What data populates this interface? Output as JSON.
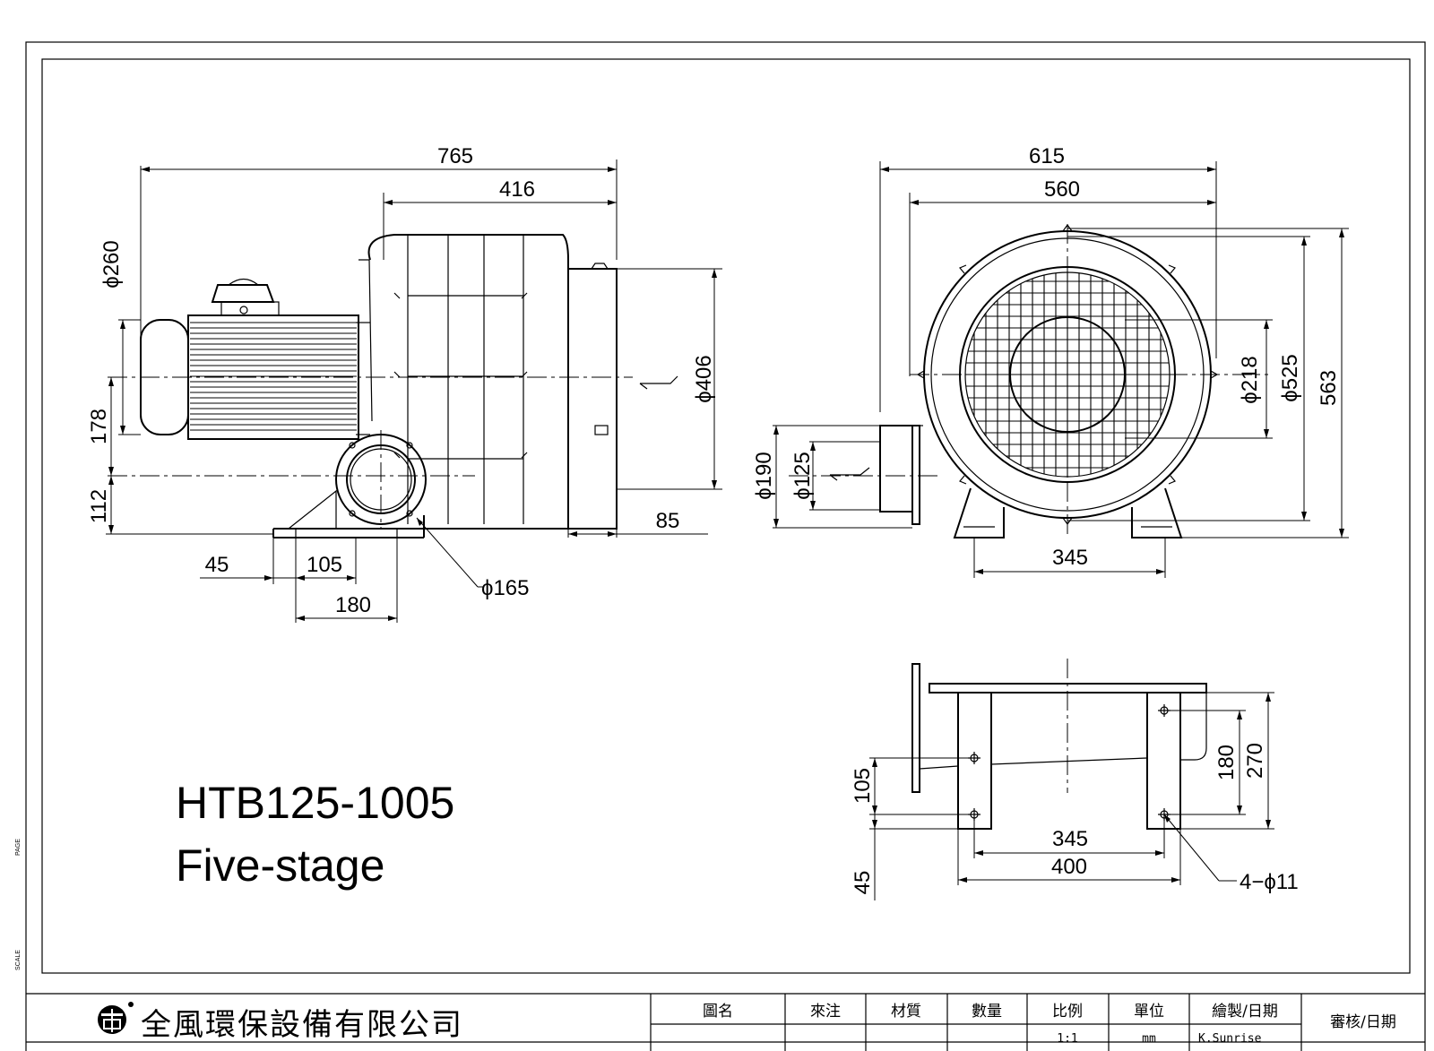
{
  "model": {
    "code": "HTB125-1005",
    "stage": "Five-stage"
  },
  "side_view": {
    "overall_length": "765",
    "body_length": "416",
    "motor_diameter": "ϕ260",
    "outlet_diameter": "ϕ406",
    "height_178": "178",
    "height_112": "112",
    "outlet_depth": "85",
    "base_45": "45",
    "base_105": "105",
    "base_180": "180",
    "flange_diameter": "ϕ165"
  },
  "front_view": {
    "overall_width": "615",
    "body_width": "560",
    "inner_diameter": "ϕ218",
    "housing_diameter": "ϕ525",
    "overall_height": "563",
    "flange_diameter": "ϕ190",
    "port_diameter": "ϕ125",
    "base_width": "345"
  },
  "base_view": {
    "dim_105": "105",
    "dim_45": "45",
    "dim_180": "180",
    "dim_270": "270",
    "dim_345": "345",
    "dim_400": "400",
    "holes": "4−ϕ11"
  },
  "title_block": {
    "company": "全風環保設備有限公司",
    "headers": [
      "圖名",
      "來注",
      "材質",
      "數量",
      "比例",
      "單位",
      "繪製/日期",
      "審核/日期"
    ],
    "values": [
      "",
      "",
      "",
      "",
      "1:1",
      "mm",
      "K.Sunrise",
      ""
    ]
  },
  "margin_marks": [
    "PAGE",
    "SCALE"
  ]
}
